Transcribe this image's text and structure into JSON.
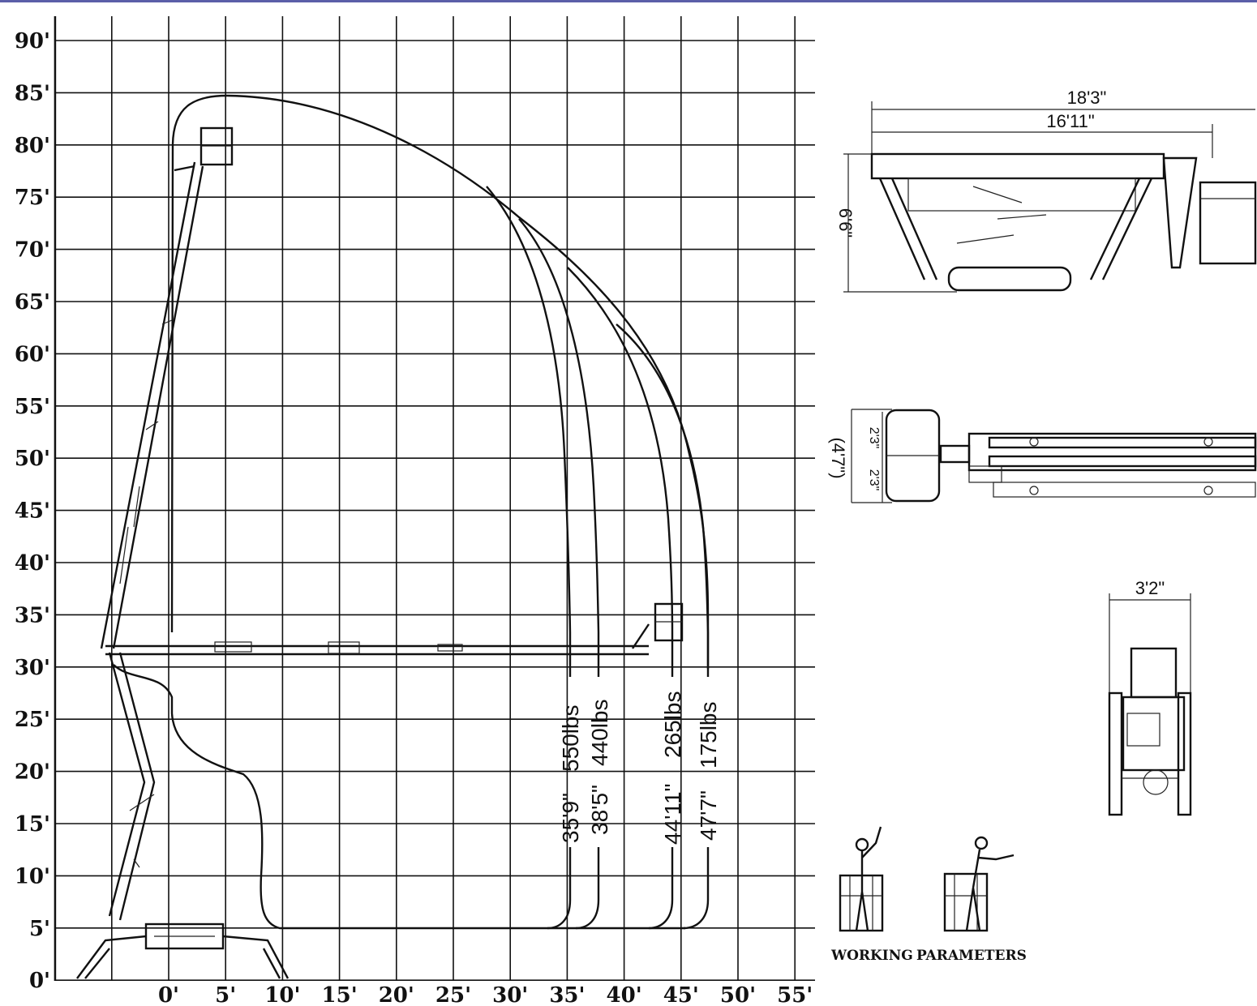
{
  "y_axis_labels": [
    "90'",
    "85'",
    "80'",
    "75'",
    "70'",
    "65'",
    "60'",
    "55'",
    "50'",
    "45'",
    "40'",
    "35'",
    "30'",
    "25'",
    "20'",
    "15'",
    "10'",
    "5'",
    "0'"
  ],
  "x_axis_labels": [
    "0'",
    "5'",
    "10'",
    "15'",
    "20'",
    "25'",
    "30'",
    "35'",
    "40'",
    "45'",
    "50'",
    "55'"
  ],
  "load_curves": [
    {
      "load": "550lbs",
      "reach": "35'9\""
    },
    {
      "load": "440lbs",
      "reach": "38'5\""
    },
    {
      "load": "265lbs",
      "reach": "44'11\""
    },
    {
      "load": "175lbs",
      "reach": "47'7\""
    }
  ],
  "side_view": {
    "overall_length": "18'3\"",
    "chassis_length": "16'11\"",
    "height": "6'6\""
  },
  "top_view": {
    "overall_width": "(4'7\")",
    "half_width_top": "2'3\"",
    "half_width_bottom": "2'3\""
  },
  "front_view": {
    "width": "3'2\""
  },
  "caption": {
    "left": "WORKING",
    "right": "PARAMETERS"
  },
  "colors": {
    "lines": "#111111",
    "accent_bar": "#5b5fa8",
    "background": "#ffffff"
  }
}
